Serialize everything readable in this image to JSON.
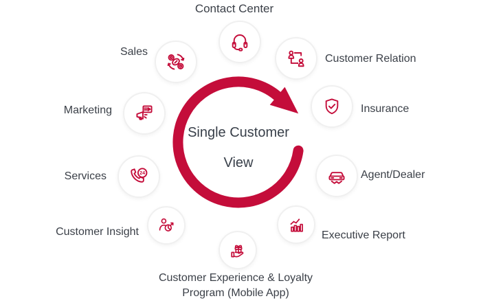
{
  "colors": {
    "accent": "#C40D3A",
    "text": "#3A3F47",
    "circle_border": "#F0F0F0"
  },
  "center": {
    "line1": "Single Customer",
    "line2": "View"
  },
  "nodes": [
    {
      "id": "contact-center",
      "label": "Contact Center",
      "icon": "headset-icon"
    },
    {
      "id": "customer-relation",
      "label": "Customer Relation",
      "icon": "connected-people-icon"
    },
    {
      "id": "insurance",
      "label": "Insurance",
      "icon": "shield-check-icon"
    },
    {
      "id": "agent-dealer",
      "label": "Agent/Dealer",
      "icon": "car-handshake-icon"
    },
    {
      "id": "executive-report",
      "label": "Executive Report",
      "icon": "bar-chart-trend-icon"
    },
    {
      "id": "customer-experience",
      "label_line1": "Customer Experience & Loyalty",
      "label_line2": "Program (Mobile App)",
      "icon": "gift-in-hand-icon"
    },
    {
      "id": "customer-insight",
      "label": "Customer Insight",
      "icon": "person-analytics-icon"
    },
    {
      "id": "services",
      "label": "Services",
      "icon": "phone-24-icon",
      "badge": "24"
    },
    {
      "id": "marketing",
      "label": "Marketing",
      "icon": "megaphone-video-icon"
    },
    {
      "id": "sales",
      "label": "Sales",
      "icon": "coins-exchange-icon"
    }
  ]
}
